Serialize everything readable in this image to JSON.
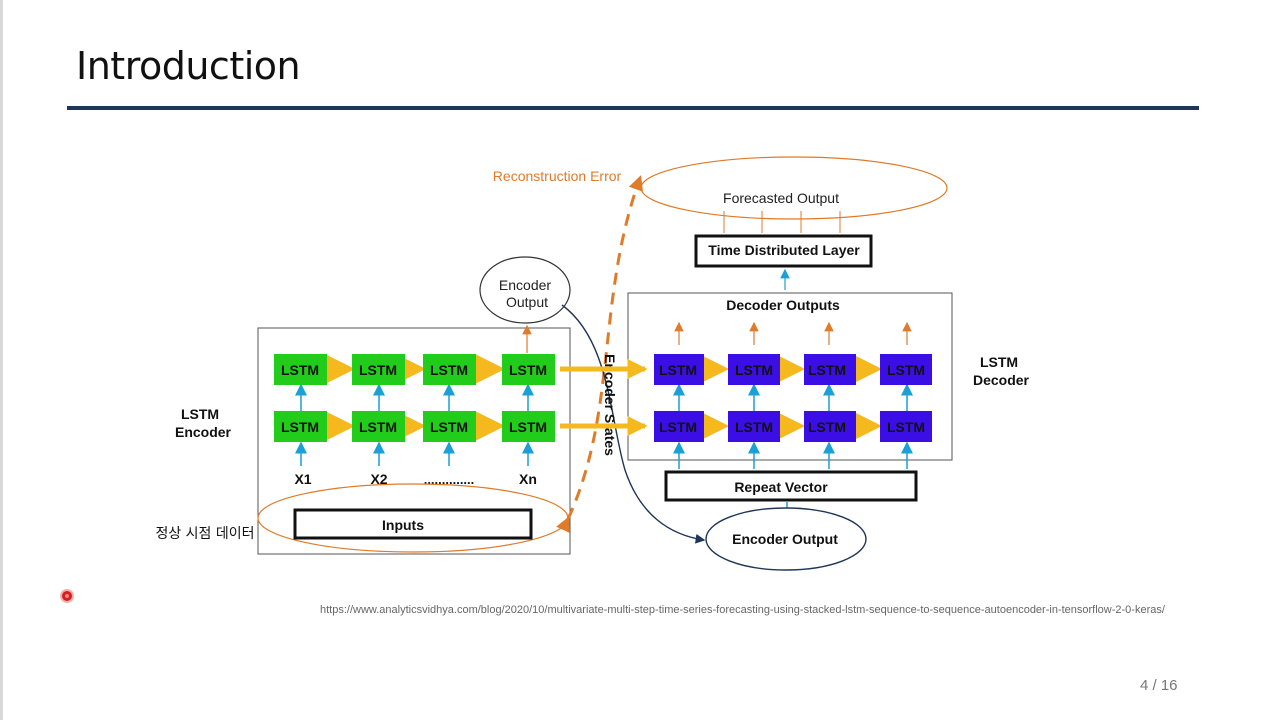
{
  "slide": {
    "title": "Introduction",
    "source_url": "https://www.analyticsvidhya.com/blog/2020/10/multivariate-multi-step-time-series-forecasting-using-stacked-lstm-sequence-to-sequence-autoencoder-in-tensorflow-2-0-keras/",
    "page_number": "4 / 16"
  },
  "diagram": {
    "reconstruction_error": "Reconstruction Error",
    "forecasted_output": "Forecasted Output",
    "time_distributed_layer": "Time Distributed Layer",
    "decoder_outputs": "Decoder Outputs",
    "encoder_output_top_line1": "Encoder",
    "encoder_output_top_line2": "Output",
    "encoder_states": "Encoder States",
    "lstm_label": "LSTM",
    "encoder_label_line1": "LSTM",
    "encoder_label_line2": "Encoder",
    "decoder_label_line1": "LSTM",
    "decoder_label_line2": "Decoder",
    "input_labels": [
      "X1",
      "X2",
      "..............",
      "Xn"
    ],
    "inputs": "Inputs",
    "normal_data_label": "정상 시점 데이터",
    "repeat_vector": "Repeat Vector",
    "encoder_output_bottom": "Encoder Output"
  },
  "colors": {
    "title_rule": "#1f3658",
    "encoder_lstm": "#22cc1a",
    "decoder_lstm": "#3c0ee6",
    "flow_arrow": "#f5b91e",
    "orange": "#e07b2a",
    "teal": "#1a9fd6",
    "navy": "#1f3658"
  }
}
